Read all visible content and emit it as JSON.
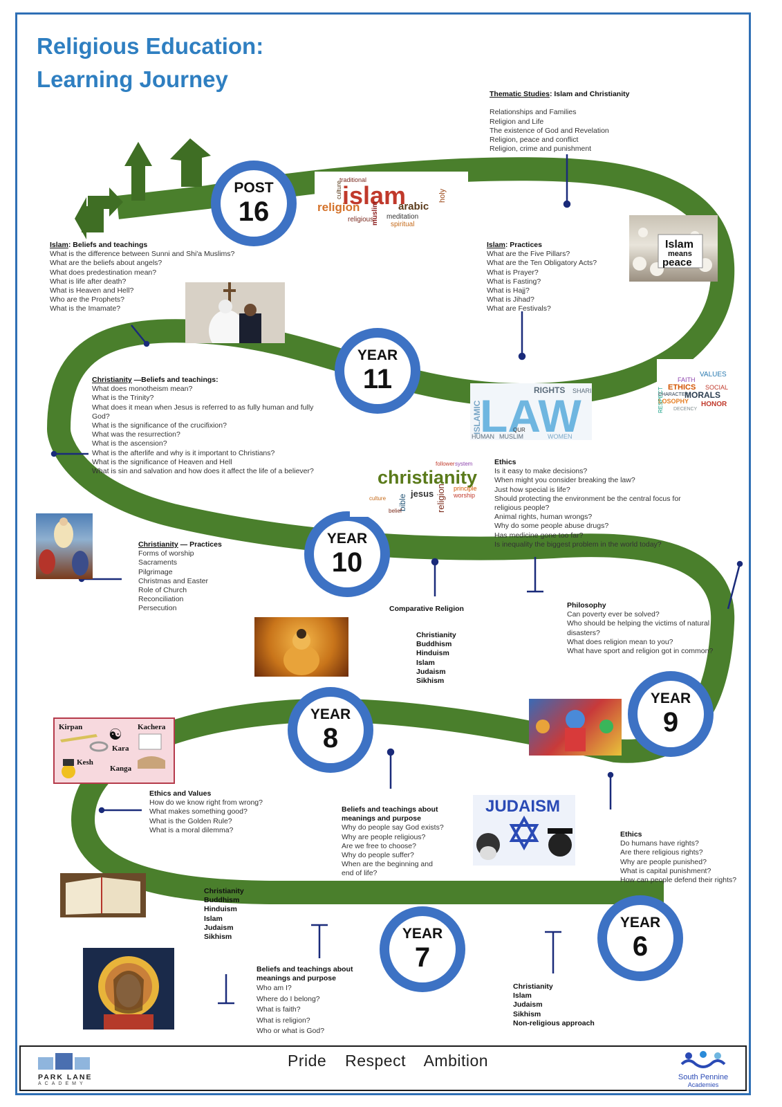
{
  "title": {
    "line1": "Religious Education:",
    "line2": "Learning Journey"
  },
  "badges": {
    "post16": {
      "label": "POST",
      "number": "16"
    },
    "year11": {
      "label": "YEAR",
      "number": "11"
    },
    "year10": {
      "label": "YEAR",
      "number": "10"
    },
    "year9": {
      "label": "YEAR",
      "number": "9"
    },
    "year8": {
      "label": "YEAR",
      "number": "8"
    },
    "year7": {
      "label": "YEAR",
      "number": "7"
    },
    "year6": {
      "label": "YEAR",
      "number": "6"
    }
  },
  "thematic": {
    "heading_u": "Thematic Studies",
    "heading_rest": ": Islam and Christianity",
    "items": [
      "Relationships and Families",
      "Religion and Life",
      "The existence of God and Revelation",
      "Religion, peace and conflict",
      "Religion, crime and punishment"
    ]
  },
  "islam_beliefs": {
    "heading_u": "Islam",
    "heading_rest": ": Beliefs and teachings",
    "items": [
      "What is the difference between Sunni and Shi'a Muslims?",
      "What are the beliefs about angels?",
      "What does predestination mean?",
      "What is life after death?",
      "What is Heaven and Hell?",
      "Who are the Prophets?",
      "What is the Imamate?"
    ]
  },
  "islam_practices": {
    "heading_u": "Islam",
    "heading_rest": ": Practices",
    "items": [
      "What are the Five Pillars?",
      "What are the Ten Obligatory Acts?",
      "What is Prayer?",
      "What is Fasting?",
      "What is Hajj?",
      "What is Jihad?",
      "What are Festivals?"
    ]
  },
  "christianity_beliefs": {
    "heading_u": "Christianity",
    "heading_rest": " —Beliefs and teachings:",
    "items": [
      "What does monotheism mean?",
      "What is the Trinity?",
      "What does it mean when Jesus is referred to as fully human and fully",
      "God?",
      "What is the significance of the crucifixion?",
      "What was the resurrection?",
      "What is the ascension?",
      "What is the afterlife and why is it important to Christians?",
      "What is  the significance of Heaven and Hell",
      " What is sin and salvation and how does it affect the life of a believer?"
    ]
  },
  "ethics10": {
    "heading": "Ethics",
    "items": [
      "Is it easy to make decisions?",
      "When might you consider breaking the law?",
      "Just how special is life?",
      "Should protecting the environment be the central focus for",
      "religious people?",
      "Animal rights, human wrongs?",
      "Why do some people abuse drugs?",
      "Has medicine gone too far?",
      "Is inequality the biggest problem in the world today?"
    ]
  },
  "christianity_practices": {
    "heading_u": "Christianity",
    "heading_rest": " — Practices",
    "items": [
      "Forms of worship",
      "Sacraments",
      "Pilgrimage",
      "Christmas and Easter",
      "Role of Church",
      "Reconciliation",
      "Persecution"
    ]
  },
  "comparative": {
    "heading": "Comparative Religion",
    "items": [
      "Christianity",
      "Buddhism",
      "Hinduism",
      "Islam",
      "Judaism",
      "Sikhism"
    ]
  },
  "philosophy": {
    "heading": "Philosophy",
    "items": [
      "Can poverty ever be solved?",
      "Who should be helping the victims of natural",
      "disasters?",
      "What does religion mean to you?",
      "What have sport and religion got in common?"
    ]
  },
  "ethics_values": {
    "heading": "Ethics and Values",
    "items": [
      "How do we know right from wrong?",
      "What makes something good?",
      "What is the Golden Rule?",
      "What is a moral dilemma?"
    ]
  },
  "beliefs8": {
    "heading": [
      "Beliefs and teachings about",
      "meanings and purpose"
    ],
    "items": [
      "Why do people say God exists?",
      "Why are people religious?",
      "Are we free to choose?",
      "Why do people suffer?",
      "When are the beginning and",
      "end of life?"
    ]
  },
  "ethics6": {
    "heading": "Ethics",
    "items": [
      "Do humans have rights?",
      "Are there religious rights?",
      "Why are people punished?",
      "What is capital punishment?",
      "How can people defend their rights?"
    ]
  },
  "religions7": {
    "items": [
      "Christianity",
      "Buddhism",
      "Hinduism",
      "Islam",
      "Judaism",
      "Sikhism"
    ]
  },
  "beliefs7": {
    "heading": [
      "Beliefs and teachings about",
      "meanings and purpose"
    ],
    "items": [
      "Who am I?",
      "Where do I belong?",
      "What is faith?",
      "What is religion?",
      "Who or what is God?"
    ]
  },
  "religions6": {
    "items": [
      "Christianity",
      "Islam",
      "Judaism",
      "Sikhism",
      "Non-religious approach"
    ]
  },
  "wordclouds": {
    "islam": [
      "traditional",
      "islam",
      "religion",
      "arabic",
      "meditation",
      "muslim",
      "spiritual",
      "culture",
      "religious",
      "holy"
    ],
    "christianity": [
      "christianity",
      "jesus",
      "religion",
      "bible",
      "follower",
      "system",
      "worship",
      "principle",
      "culture",
      "belief"
    ],
    "law": [
      "LAW",
      "ISLAMIC",
      "RIGHTS",
      "SHARI",
      "HUMAN",
      "MUSLIM",
      "WOMEN",
      "QUR"
    ],
    "ethics": [
      "VALUES",
      "ETHICS",
      "MORALS",
      "HONOR",
      "FAITH",
      "SOCIAL",
      "LOSOPHY",
      "DECENCY",
      "RESPECT",
      "CHARACTER"
    ],
    "peace_sign": [
      "Islam",
      "means",
      "peace"
    ],
    "judaism": "JUDAISM",
    "sikh": [
      "Kirpan",
      "Kachera",
      "Kara",
      "Kesh",
      "Kanga"
    ]
  },
  "footer": {
    "logo_left_line1": "PARK LANE",
    "logo_left_line2": "ACADEMY",
    "motto": [
      "Pride",
      "Respect",
      "Ambition"
    ],
    "logo_right_line1": "South Pennine",
    "logo_right_line2": "Academies"
  },
  "colors": {
    "road": "#4a7f2c",
    "badge": "#3d72c4",
    "title": "#2f7fc1",
    "pin": "#1a2b7a"
  }
}
